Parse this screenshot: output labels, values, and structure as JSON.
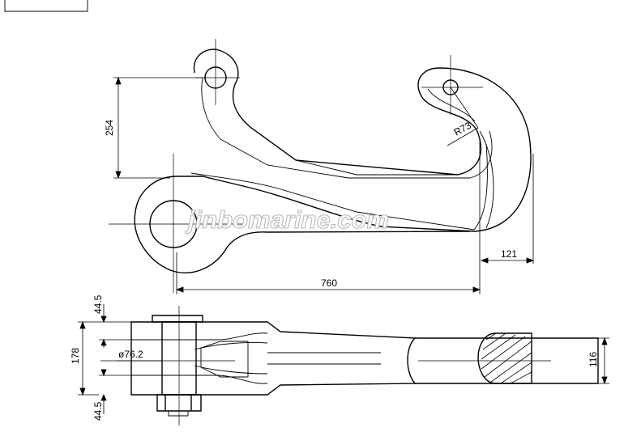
{
  "title_block": {
    "text": ""
  },
  "watermark": "jinbomarine.com",
  "side_view_dimensions": {
    "height": "254",
    "radius": "R73",
    "overall_length": "760",
    "tip_offset": "121"
  },
  "bottom_view_dimensions": {
    "top_plate": "44.5",
    "total_width": "178",
    "pin_diameter": "ø76.2",
    "bottom_plate": "44.5",
    "section_width": "116"
  },
  "colors": {
    "line": "#000000",
    "watermark_stroke": "#b9b9b9"
  }
}
